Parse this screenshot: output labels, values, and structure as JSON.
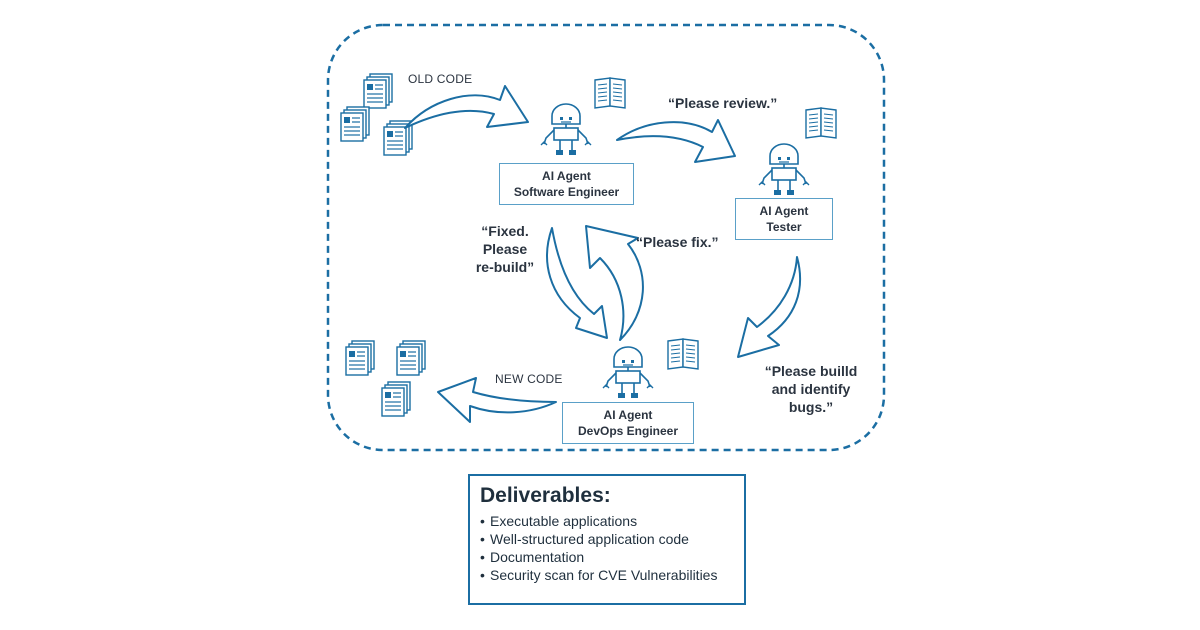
{
  "labels": {
    "old_code": "OLD CODE",
    "new_code": "NEW CODE",
    "please_review": "“Please review.”",
    "please_fix": "“Please fix.”",
    "fixed_line1": "“Fixed.",
    "fixed_line2": "Please",
    "fixed_line3": "re-build”",
    "build_line1": "“Please builld",
    "build_line2": "and identify",
    "build_line3": "bugs.”"
  },
  "agents": {
    "software_engineer": {
      "line1": "AI Agent",
      "line2": "Software Engineer"
    },
    "tester": {
      "line1": "AI Agent",
      "line2": "Tester"
    },
    "devops": {
      "line1": "AI Agent",
      "line2": "DevOps Engineer"
    }
  },
  "deliverables": {
    "title": "Deliverables:",
    "items": [
      "Executable applications",
      "Well-structured application code",
      "Documentation",
      "Security scan for CVE Vulnerabilities"
    ]
  },
  "colors": {
    "primary": "#1b6ea3",
    "dashed_border": "#1b6ea3",
    "text": "#2b3440"
  },
  "icons": [
    "document-stack-icon",
    "open-book-icon",
    "robot-icon",
    "curved-arrow-icon"
  ]
}
